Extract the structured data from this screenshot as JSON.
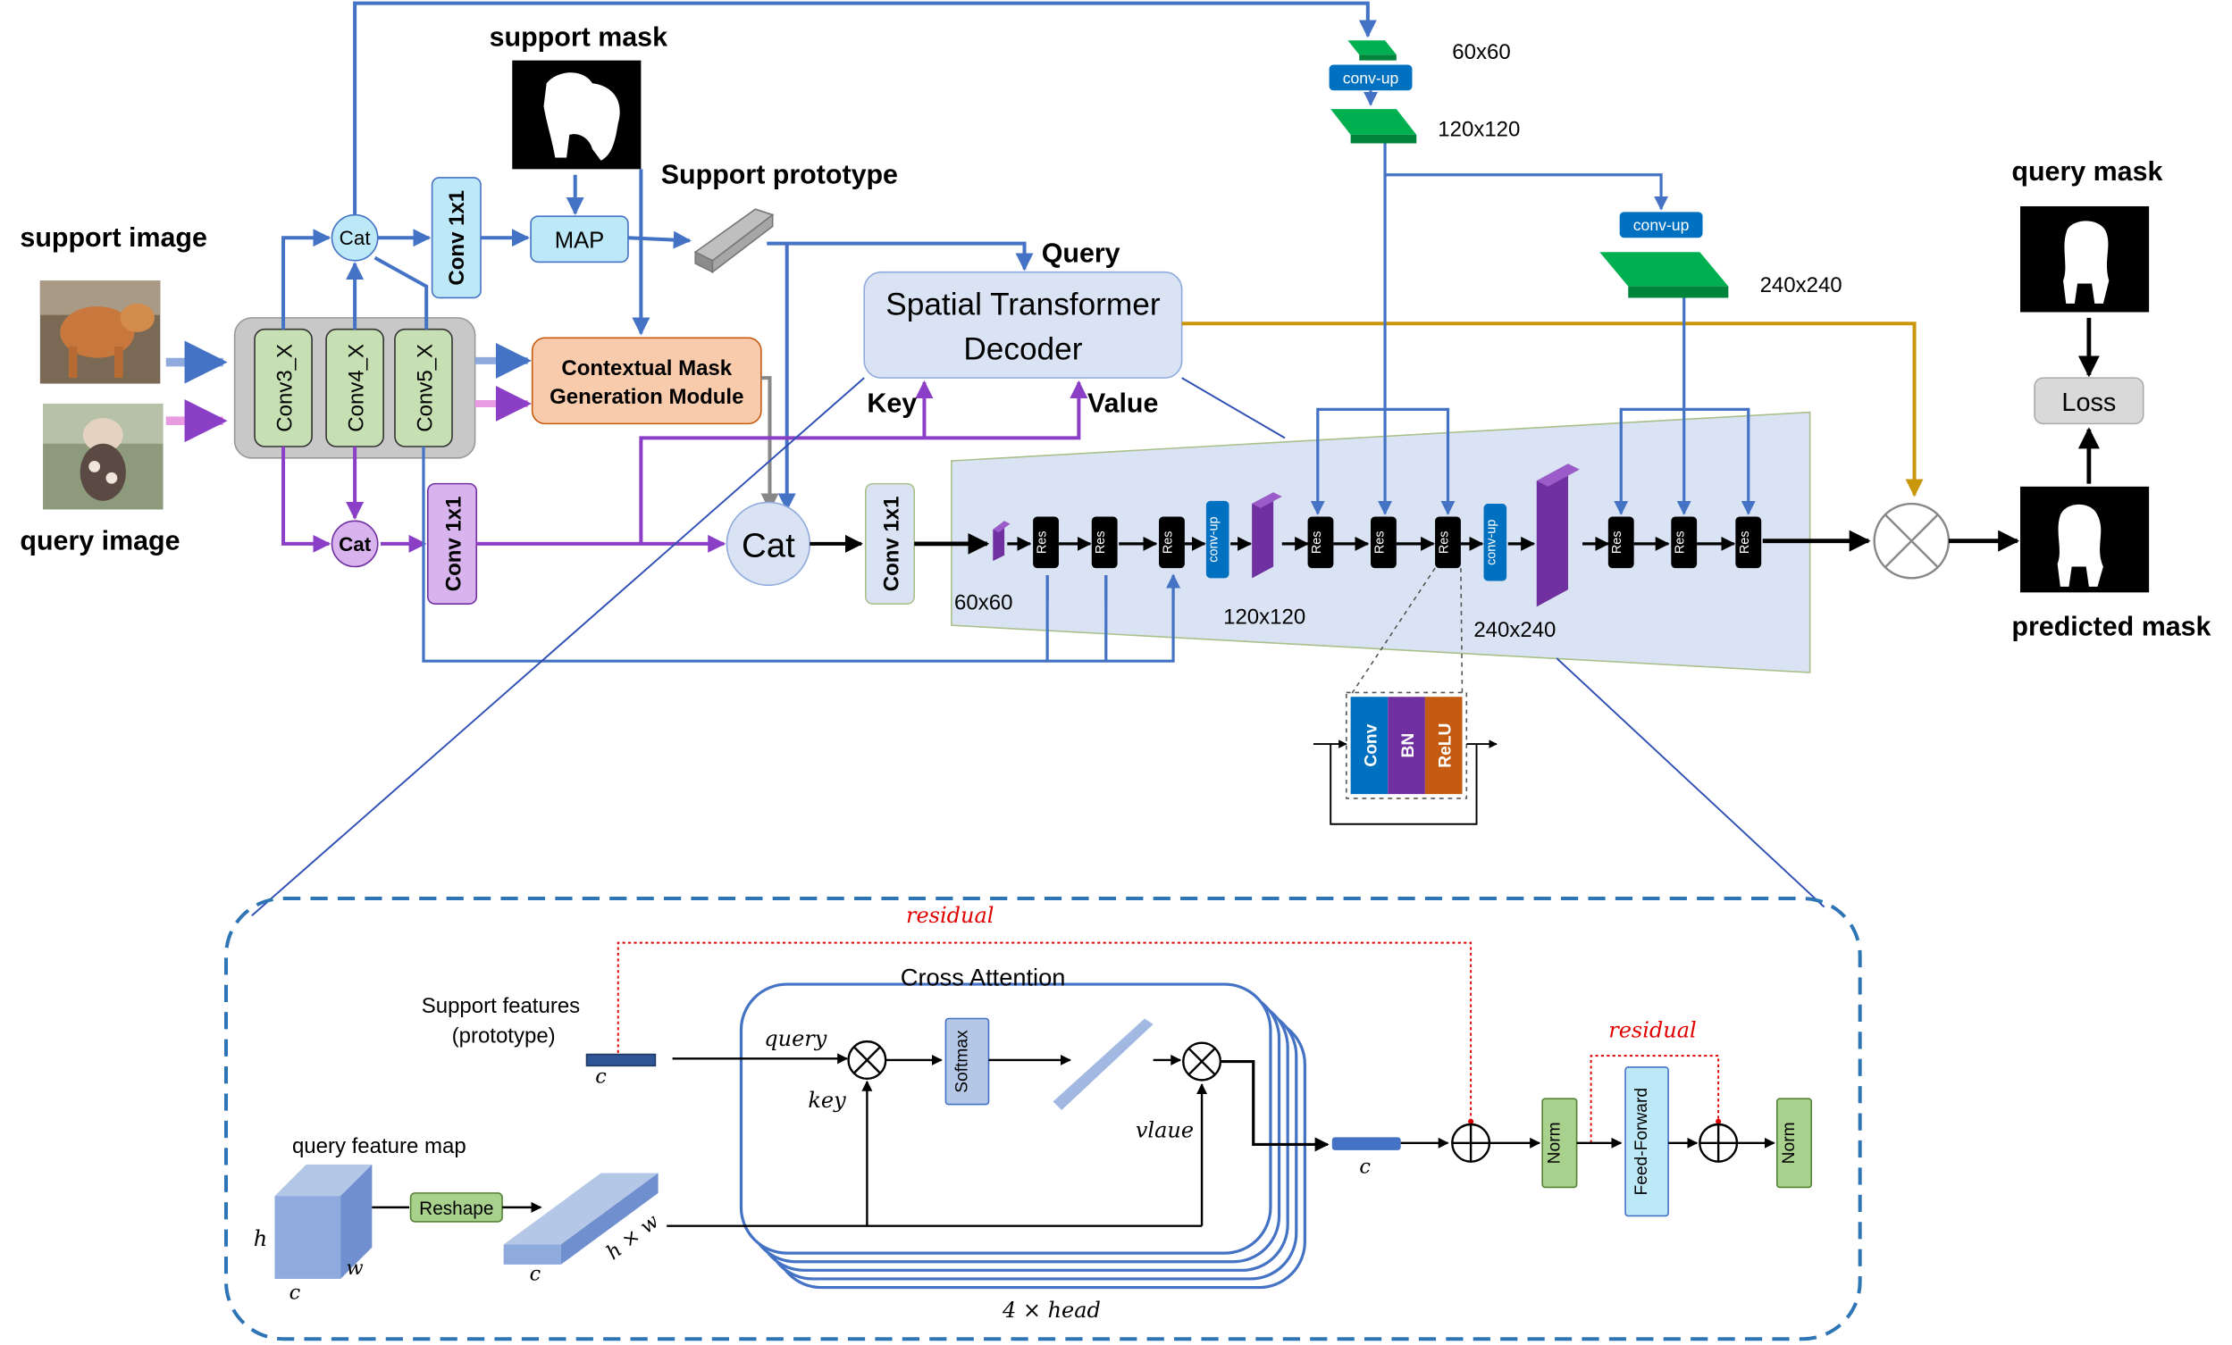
{
  "inputs": {
    "support_image_label": "support image",
    "query_image_label": "query image",
    "support_mask_label": "support mask",
    "support_prototype_label": "Support prototype"
  },
  "backbone": {
    "stages": [
      "Conv3_X",
      "Conv4_X",
      "Conv5_X"
    ]
  },
  "top_path": {
    "cat_label": "Cat",
    "conv1x1_label": "Conv 1x1",
    "map_label": "MAP"
  },
  "cmgm": {
    "line1": "Contextual Mask",
    "line2": "Generation Module"
  },
  "bottom_path": {
    "cat_label": "Cat",
    "conv1x1_label": "Conv 1x1",
    "big_cat_label": "Cat",
    "conv1x1_after_label": "Conv 1x1"
  },
  "std": {
    "line1": "Spatial Transformer",
    "line2": "Decoder",
    "query_label": "Query",
    "key_label": "Key",
    "value_label": "Value"
  },
  "conv_up_label": "conv-up",
  "sizes": {
    "s60": "60x60",
    "s120": "120x120",
    "s240": "240x240"
  },
  "res_label": "Res",
  "res_block": {
    "conv": "Conv",
    "bn": "BN",
    "relu": "ReLU"
  },
  "output": {
    "query_mask_label": "query mask",
    "loss_label": "Loss",
    "predicted_mask_label": "predicted mask"
  },
  "detail": {
    "residual_label": "residual",
    "cross_attention_label": "Cross Attention",
    "support_features_line1": "Support features",
    "support_features_line2": "(prototype)",
    "query_feature_map_label": "query feature map",
    "reshape_label": "Reshape",
    "query_label": "query",
    "key_label": "key",
    "value_label": "vlaue",
    "softmax_label": "Softmax",
    "c_label": "c",
    "h_label": "h",
    "w_label": "w",
    "hxw_label": "h × w",
    "heads_label": "4 × head",
    "norm_label": "Norm",
    "feed_forward_label": "Feed-Forward",
    "residual2_label": "residual"
  },
  "colors": {
    "blue_arrow": "#4472C4",
    "purple_arrow": "#8B3FC6",
    "gold_arrow": "#C9960C",
    "decoder_fill": "#DAE3F3",
    "backbone_stage_fill": "#C6E0B4",
    "cmgm_fill": "#F8CBAD",
    "map_fill": "#BDE8F7",
    "conv_up_fill": "#0070C0",
    "green_block": "#00B050",
    "purple_block": "#7030A0",
    "residual_red": "#E00000"
  }
}
